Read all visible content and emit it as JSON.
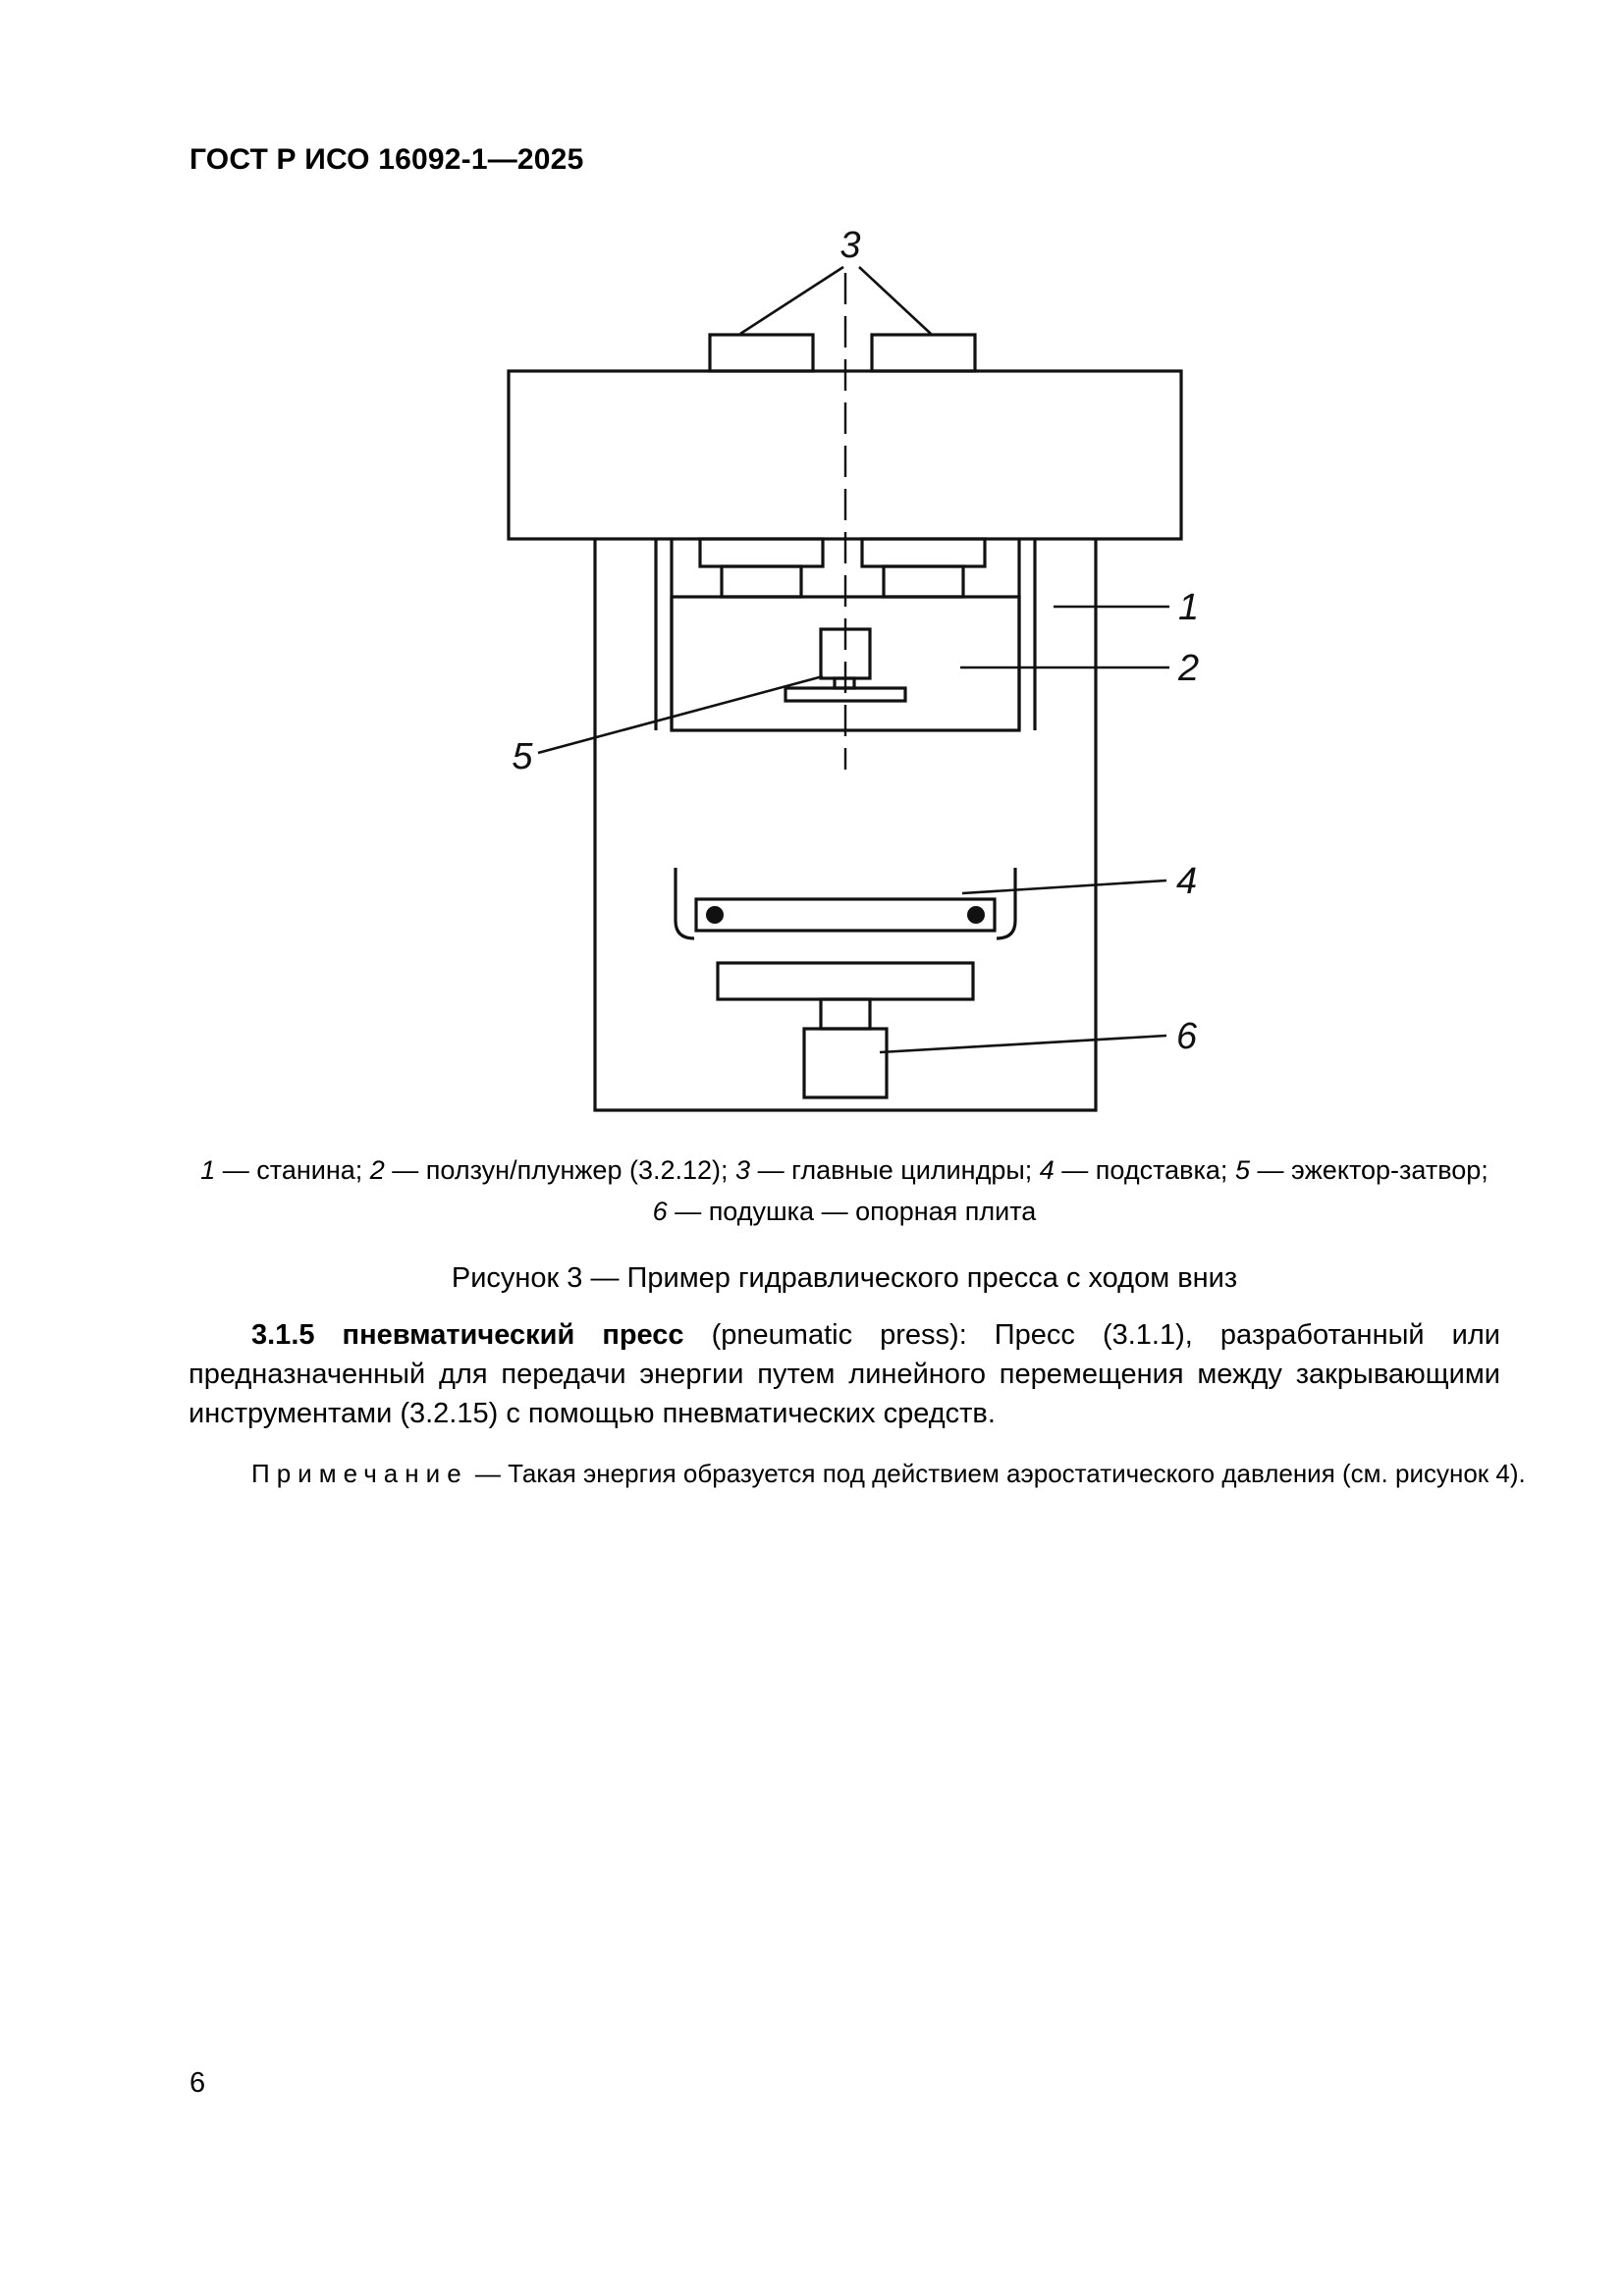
{
  "header": {
    "doc_code": "ГОСТ Р ИСО 16092-1—2025"
  },
  "diagram": {
    "callouts": {
      "frame": "1",
      "slide": "2",
      "main_cylinders": "3",
      "stand": "4",
      "ejector": "5",
      "cushion": "6"
    }
  },
  "figure": {
    "legend": [
      {
        "num": "1",
        "text": " — станина; "
      },
      {
        "num": "2",
        "text": " — ползун/плунжер (3.2.12); "
      },
      {
        "num": "3",
        "text": " — главные цилиндры; "
      },
      {
        "num": "4",
        "text": " — подставка; "
      },
      {
        "num": "5",
        "text": " — эжектор-затвор;"
      },
      {
        "num": "6",
        "text": " — подушка — опорная плита"
      }
    ],
    "caption": "Рисунок 3 — Пример гидравлического пресса с ходом вниз"
  },
  "term": {
    "lead": "3.1.5 пневматический пресс",
    "body": " (pneumatic press): Пресс (3.1.1), разработанный или предназначенный для передачи энергии путем линейного перемещения между закрывающими инструментами (3.2.15) с помощью пневматических средств."
  },
  "note": {
    "label": "Примечание",
    "text": " — Такая энергия образуется под действием аэростатического давления (см. рисунок 4)."
  },
  "footer": {
    "page_number": "6"
  }
}
